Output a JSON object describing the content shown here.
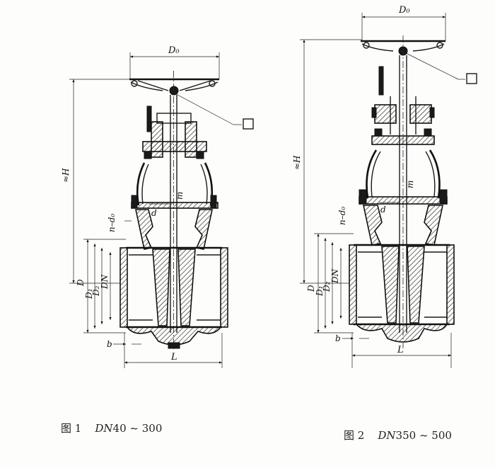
{
  "figure1": {
    "labels": {
      "D0": "D₀",
      "H": "≈H",
      "D": "D",
      "D1": "D₁",
      "D2": "D₂",
      "DN": "DN",
      "b": "b",
      "L": "L",
      "d": "d",
      "m": "m",
      "nd0": "n–d₀"
    },
    "caption": {
      "fig": "图 1",
      "range_prefix": "DN",
      "range": "40 ~ 300"
    }
  },
  "figure2": {
    "labels": {
      "D0": "D₀",
      "H": "≈H",
      "D": "D",
      "D1": "D₁",
      "D2": "D₂",
      "DN": "DN",
      "b": "b",
      "L": "L",
      "d": "d",
      "m": "m",
      "nd0": "n–d₀"
    },
    "caption": {
      "fig": "图 2",
      "range_prefix": "DN",
      "range": "350 ~ 500"
    }
  }
}
